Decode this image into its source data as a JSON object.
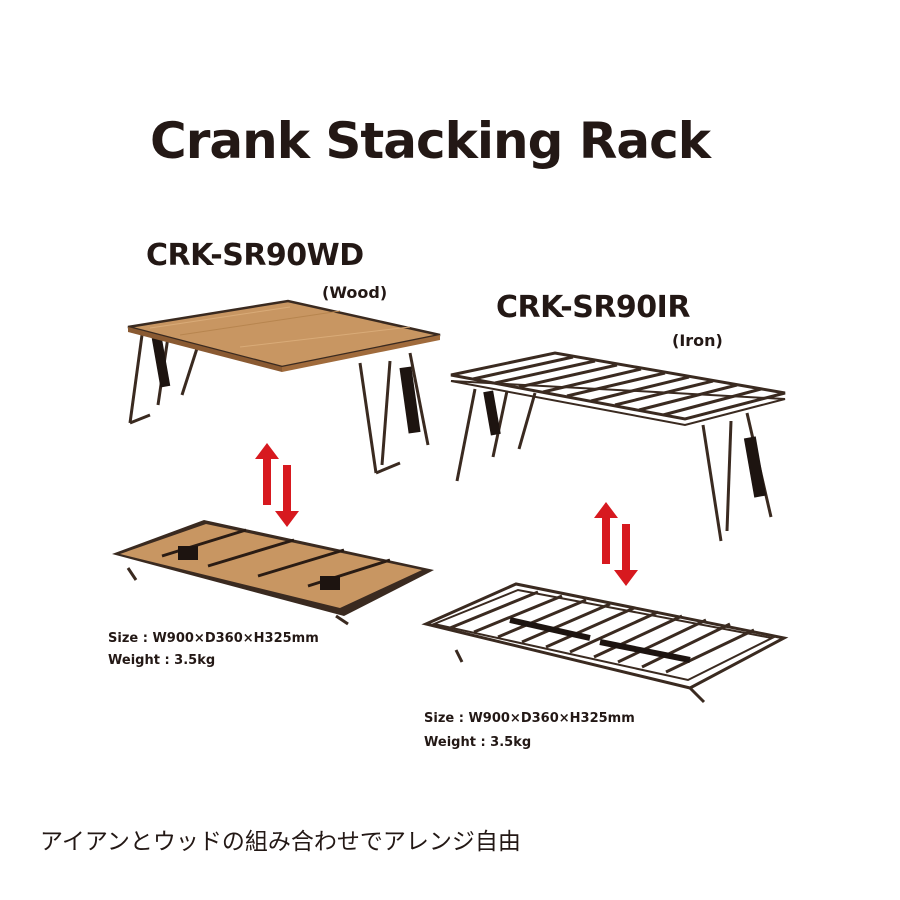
{
  "title": "Crank Stacking Rack",
  "products": [
    {
      "model": "CRK-SR90WD",
      "material": "(Wood)",
      "size": "Size : W900×D360×H325mm",
      "weight": "Weight : 3.5kg"
    },
    {
      "model": "CRK-SR90IR",
      "material": "(Iron)",
      "size": "Size : W900×D360×H325mm",
      "weight": "Weight : 3.5kg"
    }
  ],
  "caption": "アイアンとウッドの組み合わせでアレンジ自由",
  "colors": {
    "text": "#231815",
    "wood": "#c89662",
    "frame": "#3a2a20",
    "arrow": "#d7191f"
  },
  "icons": [
    "up-down-arrows-icon",
    "up-down-arrows-icon"
  ]
}
